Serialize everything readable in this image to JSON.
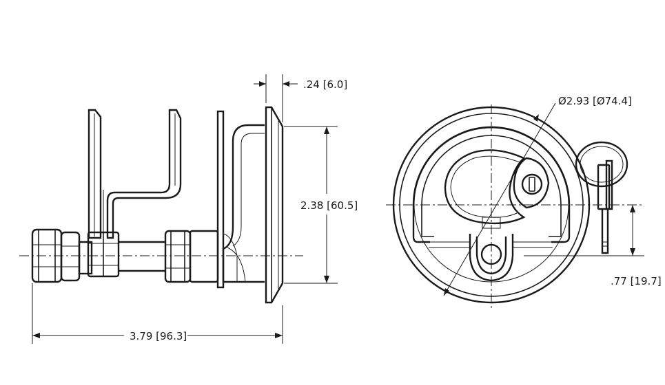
{
  "drawing": {
    "dimensions": {
      "flange_thickness": ".24 [6.0]",
      "body_height": "2.38 [60.5]",
      "overall_length": "3.79 [96.3]",
      "diameter": "Ø2.93 [Ø74.4]",
      "offset": ".77 [19.7]"
    }
  }
}
